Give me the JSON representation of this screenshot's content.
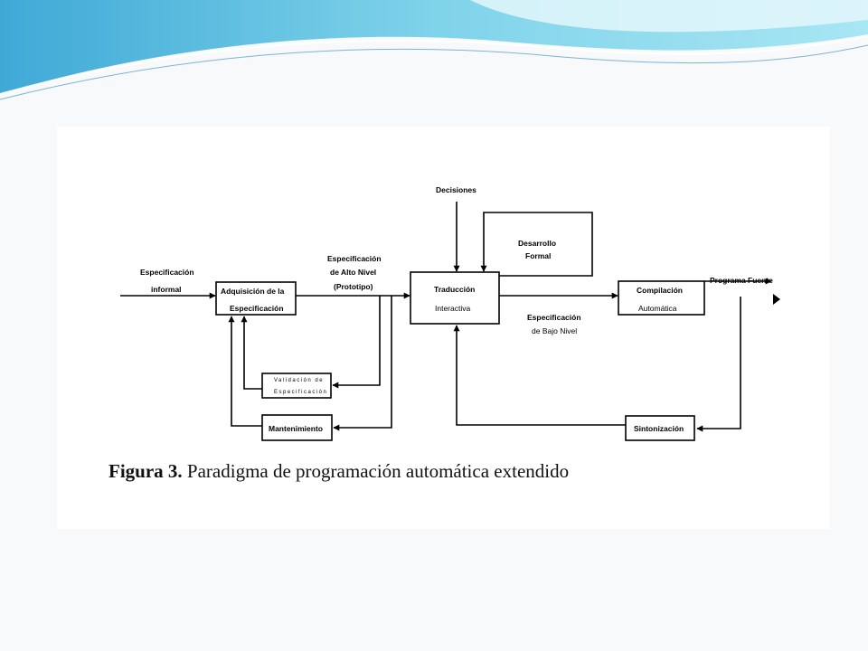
{
  "caption": {
    "label": "Figura 3.",
    "text": "Paradigma de programación automática extendido"
  },
  "diagram": {
    "input_top": "Especificación",
    "input_bottom": "informal",
    "adquisicion_top": "Adquisición de la",
    "adquisicion_bottom": "Especificación",
    "alto_line1": "Especificación",
    "alto_line2": "de Alto Nivel",
    "alto_line3": "(Prototipo)",
    "decisiones": "Decisiones",
    "desarrollo_top": "Desarrollo",
    "desarrollo_bottom": "Formal",
    "traduccion_top": "Traducción",
    "traduccion_bottom": "Interactiva",
    "bajo_top": "Especificación",
    "bajo_bottom": "de Bajo Nivel",
    "compilacion_top": "Compilación",
    "compilacion_bottom": "Automática",
    "programa_fuente": "Programa Fuente",
    "validacion_top": "Validación de",
    "validacion_bottom": "Especificación",
    "mantenimiento": "Mantenimiento",
    "sintonizacion": "Sintonización"
  },
  "colors": {
    "background": "#f7f9fb",
    "header_wave": "#5bc4e0",
    "panel": "#ffffff",
    "lines": "#000000"
  }
}
